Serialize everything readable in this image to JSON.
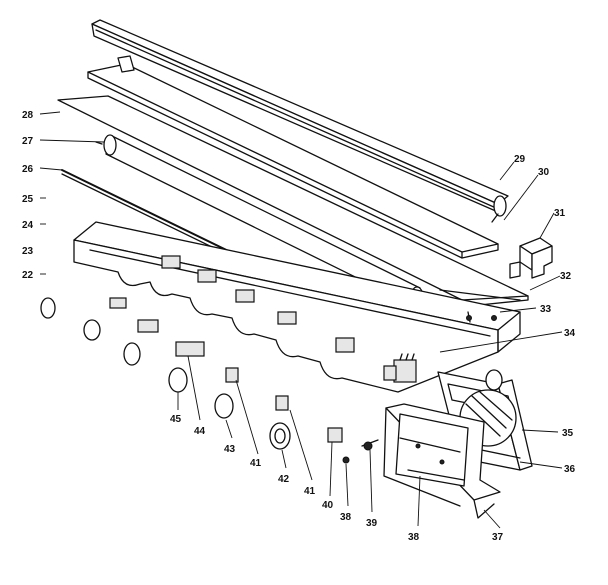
{
  "callouts": {
    "c28": "28",
    "c27": "27",
    "c26": "26",
    "c25": "25",
    "c24": "24",
    "c23": "23",
    "c22": "22",
    "c29": "29",
    "c30": "30",
    "c31": "31",
    "c32": "32",
    "c33": "33",
    "c34": "34",
    "c35": "35",
    "c36": "36",
    "c37": "37",
    "c38a": "38",
    "c38b": "38",
    "c39": "39",
    "c40": "40",
    "c41a": "41",
    "c41b": "41",
    "c42": "42",
    "c43": "43",
    "c44": "44",
    "c45": "45"
  }
}
